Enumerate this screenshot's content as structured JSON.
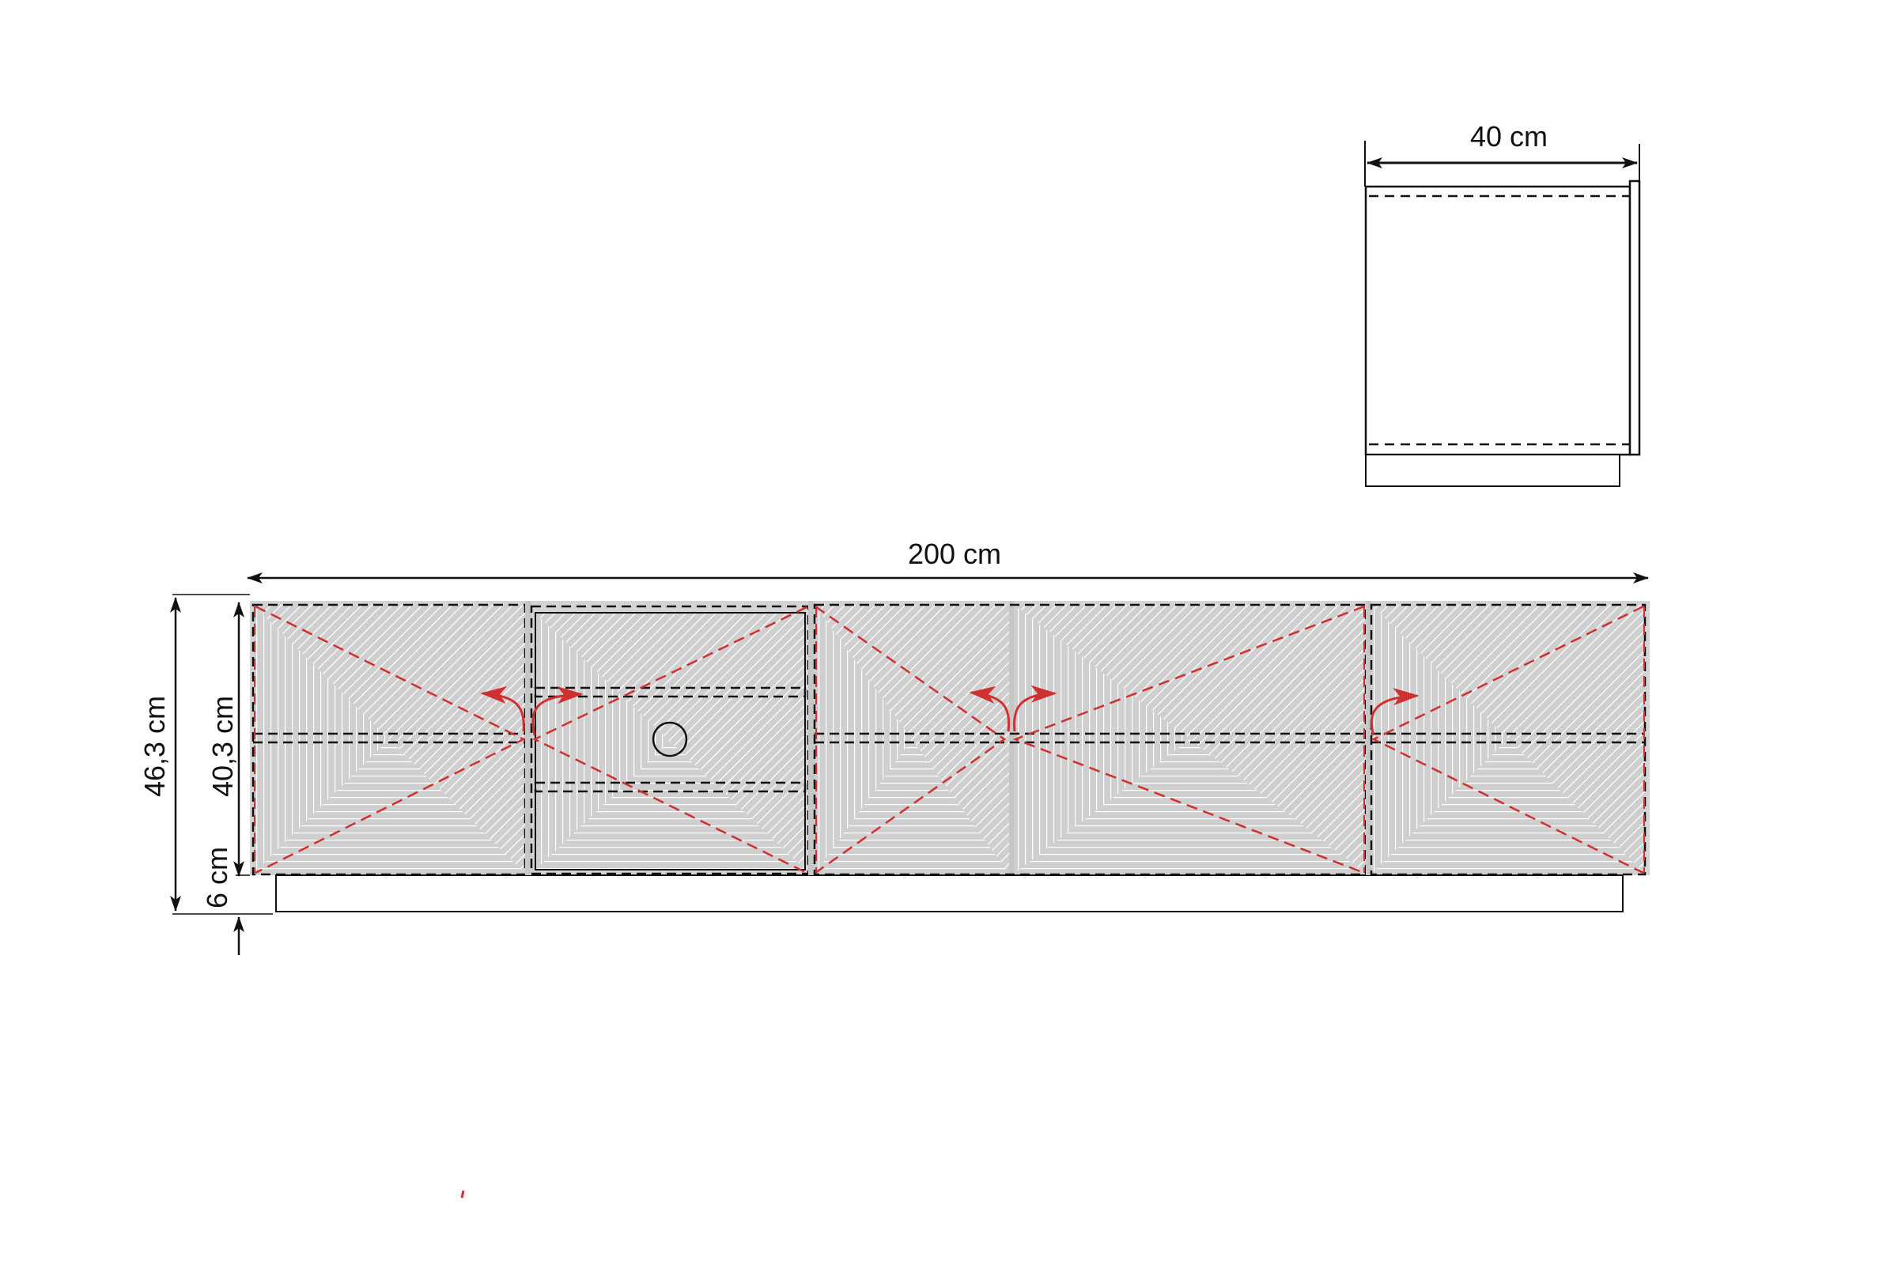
{
  "diagram": {
    "type": "furniture-technical-drawing",
    "subject": "TV cabinet front and side elevations",
    "colors": {
      "outline": "#111111",
      "panel_fill": "#cfcfcf",
      "pattern_line": "#ffffff",
      "opening_indicator": "#d03030",
      "background": "#ffffff"
    }
  },
  "side_view": {
    "width_label": "40 cm"
  },
  "front_view": {
    "width_label": "200 cm",
    "total_height_label": "46,3 cm",
    "body_height_label": "40,3 cm",
    "plinth_height_label": "6 cm",
    "sections": [
      {
        "id": "left-door",
        "type": "door",
        "opens": "left"
      },
      {
        "id": "drawer",
        "type": "drawer",
        "handle": "round-knob",
        "opens": "pull-out"
      },
      {
        "id": "center-left-door",
        "type": "door",
        "opens": "left"
      },
      {
        "id": "center-right-door",
        "type": "door",
        "opens": "right"
      },
      {
        "id": "right-door",
        "type": "door",
        "opens": "right"
      }
    ]
  }
}
